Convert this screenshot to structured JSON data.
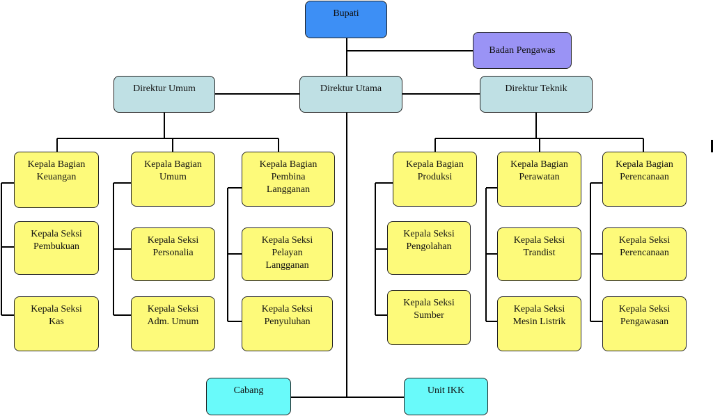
{
  "colors": {
    "bupati": "#3d8ff5",
    "badan_pengawas": "#9a93f5",
    "direktur": "#bfe0e4",
    "kepala": "#fdfa7a",
    "unit": "#69fafa"
  },
  "nodes": {
    "bupati": "Bupati",
    "badan_pengawas": "Badan Pengawas",
    "direktur_umum": "Direktur Umum",
    "direktur_utama": "Direktur Utama",
    "direktur_teknik": "Direktur Teknik",
    "kb_keuangan": "Kepala Bagian\nKeuangan",
    "ks_pembukuan": "Kepala Seksi\nPembukuan",
    "ks_kas": "Kepala Seksi\nKas",
    "kb_umum": "Kepala Bagian\nUmum",
    "ks_personalia": "Kepala Seksi\nPersonalia",
    "ks_adm_umum": "Kepala Seksi\nAdm. Umum",
    "kb_pembina": "Kepala Bagian\nPembina\nLangganan",
    "ks_pelayan": "Kepala Seksi\nPelayan\nLangganan",
    "ks_penyuluhan": "Kepala Seksi\nPenyuluhan",
    "kb_produksi": "Kepala Bagian\nProduksi",
    "ks_pengolahan": "Kepala Seksi\nPengolahan",
    "ks_sumber": "Kepala Seksi\nSumber",
    "kb_perawatan": "Kepala Bagian\nPerawatan",
    "ks_trandist": "Kepala Seksi\nTrandist",
    "ks_mesin_listrik": "Kepala Seksi\nMesin Listrik",
    "kb_perencanaan": "Kepala Bagian\nPerencanaan",
    "ks_perencanaan": "Kepala Seksi\nPerencanaan",
    "ks_pengawasan": "Kepala Seksi\nPengawasan",
    "cabang": "Cabang",
    "unit_ikk": "Unit IKK"
  }
}
